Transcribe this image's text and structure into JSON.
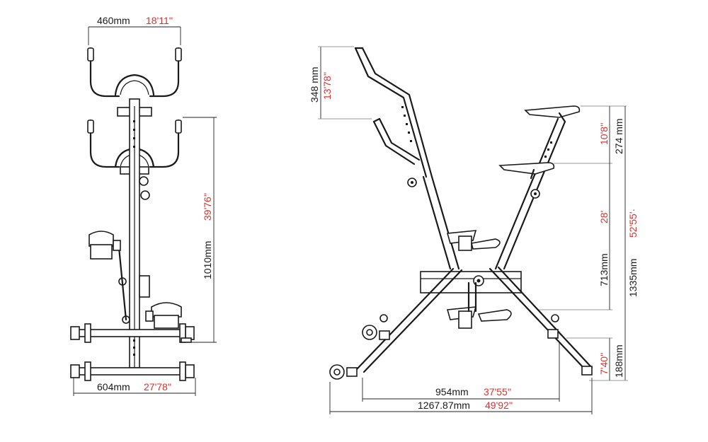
{
  "front_view": {
    "width_top_mm": "460mm",
    "width_top_in": "18'11''",
    "height_mm": "1010mm",
    "height_in": "39'76''",
    "base_mm": "604mm",
    "base_in": "27'78''"
  },
  "side_view": {
    "handle_mm": "348 mm",
    "handle_in": "13'78''",
    "seat_adj_mm": "274 mm",
    "seat_adj_in": "10'8''",
    "seat_height_mm": "713mm",
    "seat_height_in": "28'",
    "total_height_mm": "1335mm",
    "total_height_in": "52'55'·",
    "foot_mm": "188mm",
    "foot_in": "7'40''",
    "inner_base_mm": "954mm",
    "inner_base_in": "37'55''",
    "total_length_mm": "1267.87mm",
    "total_length_in": "49'92''"
  },
  "colors": {
    "line": "#1a1a1a",
    "accent": "#e0302c",
    "guide": "#9a9a9a"
  }
}
